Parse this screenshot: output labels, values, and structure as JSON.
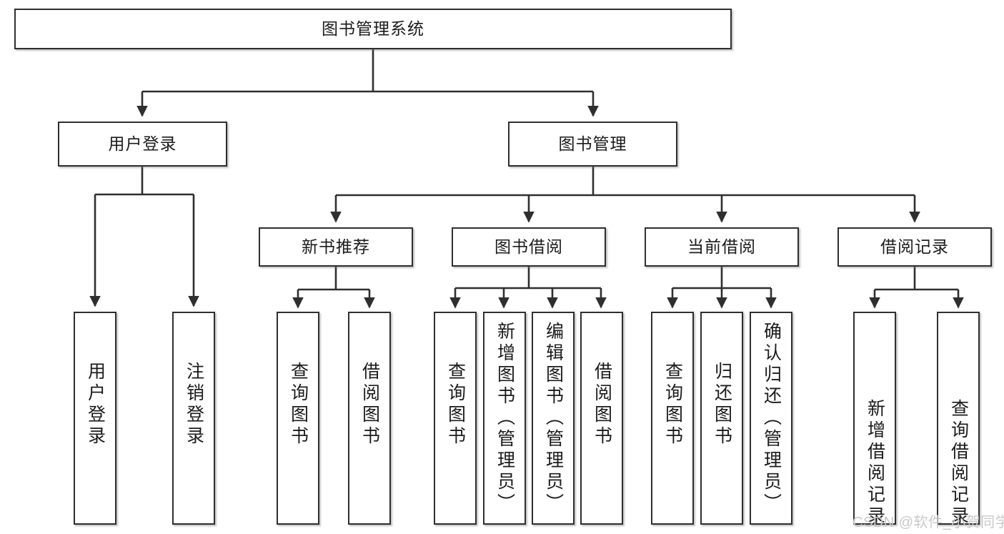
{
  "diagram": {
    "title": "图书管理系统",
    "type": "tree-hierarchy-chart",
    "colors": {
      "background": "#ffffff",
      "box_fill": "#ffffff",
      "box_border": "#2f2f2f",
      "connector": "#2f2f2f",
      "text": "#1b1b1b",
      "watermark": "#c9c9c9"
    }
  },
  "nodes": {
    "root": {
      "label": "图书管理系统"
    },
    "level2": [
      {
        "label": "用户登录"
      },
      {
        "label": "图书管理"
      }
    ],
    "level3": [
      {
        "label": "新书推荐"
      },
      {
        "label": "图书借阅"
      },
      {
        "label": "当前借阅"
      },
      {
        "label": "借阅记录"
      }
    ],
    "leaves": {
      "user_login": [
        {
          "label": "用户登录"
        },
        {
          "label": "注销登录"
        }
      ],
      "new_book_recommend": [
        {
          "label": "查询图书"
        },
        {
          "label": "借阅图书"
        }
      ],
      "book_borrow": [
        {
          "label": "查询图书"
        },
        {
          "label": "新增图书（管理员）"
        },
        {
          "label": "编辑图书（管理员）"
        },
        {
          "label": "借阅图书"
        }
      ],
      "current_borrow": [
        {
          "label": "查询图书"
        },
        {
          "label": "归还图书"
        },
        {
          "label": "确认归还（管理员）"
        }
      ],
      "borrow_record": [
        {
          "label": "新增借阅记录"
        },
        {
          "label": "查询借阅记录"
        }
      ]
    }
  },
  "watermark": {
    "text": "CSDN @软件_小贺同学"
  }
}
